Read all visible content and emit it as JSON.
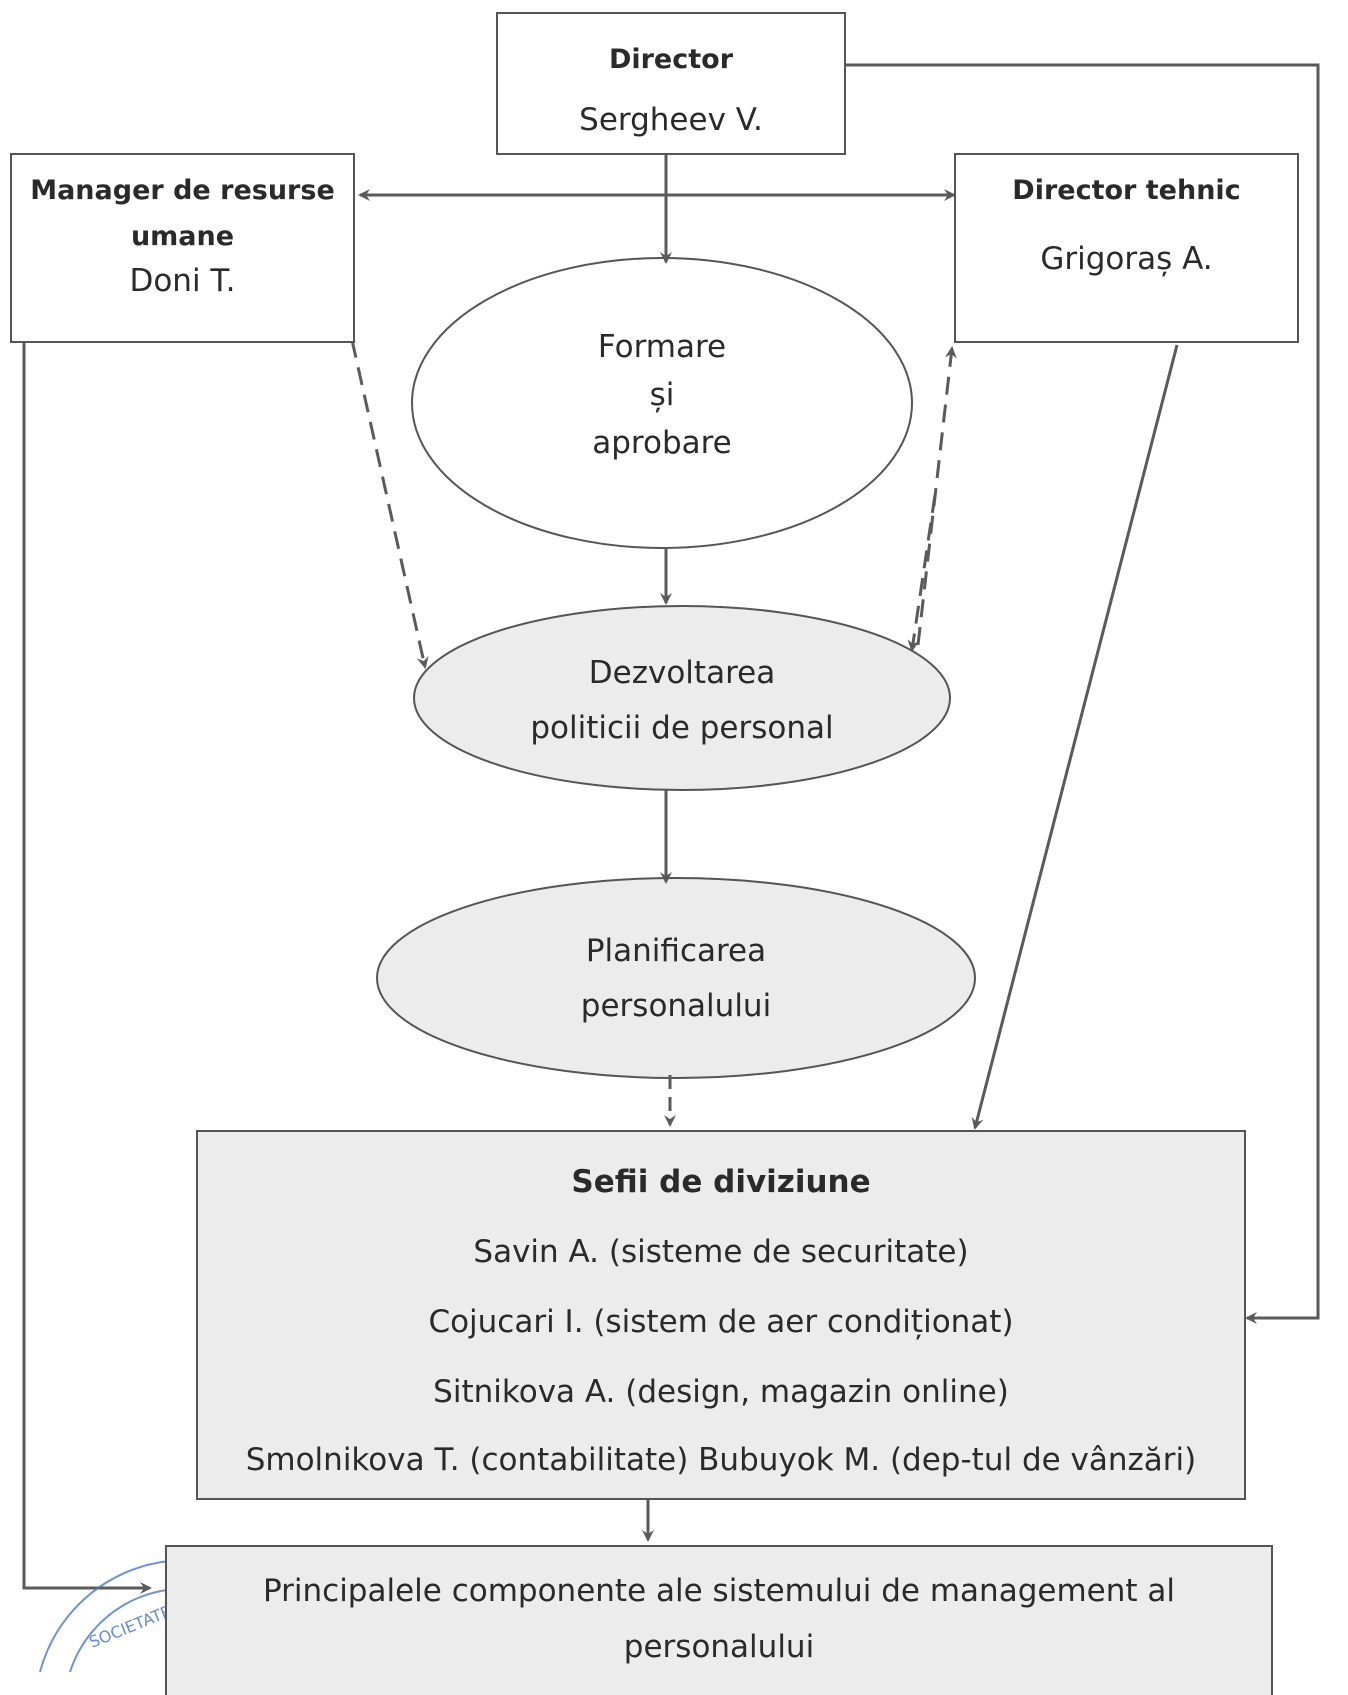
{
  "director": {
    "title": "Director",
    "name": "Sergheev V."
  },
  "hr_manager": {
    "title_line1": "Manager de resurse",
    "title_line2": "umane",
    "name": "Doni T."
  },
  "tech_director": {
    "title": "Director tehnic",
    "name": "Grigoraș A."
  },
  "process": {
    "formation": {
      "line1": "Formare",
      "line2": "și",
      "line3": "aprobare"
    },
    "development": {
      "line1": "Dezvoltarea",
      "line2": "politicii de personal"
    },
    "planning": {
      "line1": "Planificarea",
      "line2": "personalului"
    }
  },
  "division_heads": {
    "title": "Sefii de diviziune",
    "members": [
      "Savin A. (sisteme de securitate)",
      "Cojucari I. (sistem de aer condiționat)",
      "Sitnikova A. (design, magazin online)",
      "Smolnikova T. (contabilitate) Bubuyok M. (dep-tul de vânzări)"
    ]
  },
  "main_components": {
    "line1": "Principalele componente ale sistemului de management al",
    "line2": "personalului"
  },
  "seal": {
    "text": "SOCIETATEA CO"
  },
  "colors": {
    "line": "#5a5a5a",
    "border": "#555555",
    "grey_fill": "#ececec",
    "seal": "#4a78c8"
  }
}
